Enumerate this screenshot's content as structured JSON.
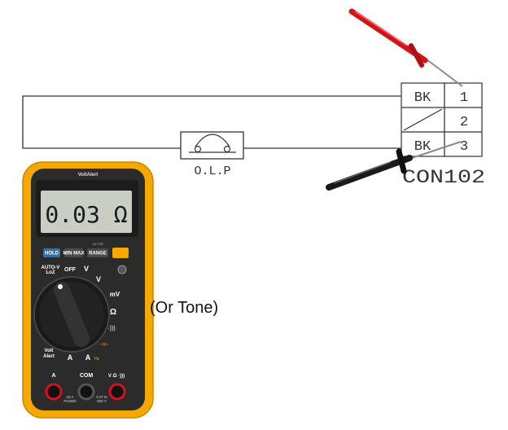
{
  "connector": {
    "name": "CON102",
    "pins": [
      {
        "number": "1",
        "wire": "BK"
      },
      {
        "number": "2",
        "wire": ""
      },
      {
        "number": "3",
        "wire": "BK"
      }
    ]
  },
  "component": {
    "label": "O.L.P"
  },
  "meter": {
    "brand": "VoltAlert",
    "reading": "0.03 Ω",
    "buttons": [
      "HOLD",
      "MIN MAX",
      "RANGE"
    ],
    "range_hint": "Lo / Hi",
    "dial": {
      "auto_v": "AUTO-V",
      "loz": "LoZ",
      "off": "OFF",
      "v_ac": "V",
      "v_dc": "V",
      "mv": "mV",
      "ohm": "Ω",
      "continuity": "·)))",
      "capacitance": "⊣⊢",
      "a_ac": "A",
      "a_dc": "A",
      "hz": "Hz",
      "volt_alert": "Volt\nAlert"
    },
    "terminals": {
      "a": "A",
      "com": "COM",
      "v": "V Ω ·)))",
      "fused": "10 A\nFUSED",
      "cat": "CAT III\n600 V"
    },
    "note": "(Or Tone)"
  },
  "colors": {
    "meter_body": "#f5a800",
    "meter_face": "#2b2b2b",
    "lcd": "#c9cdc4",
    "red_probe": "#d0141a",
    "black_probe": "#1a1a1a",
    "wire": "#333333"
  }
}
